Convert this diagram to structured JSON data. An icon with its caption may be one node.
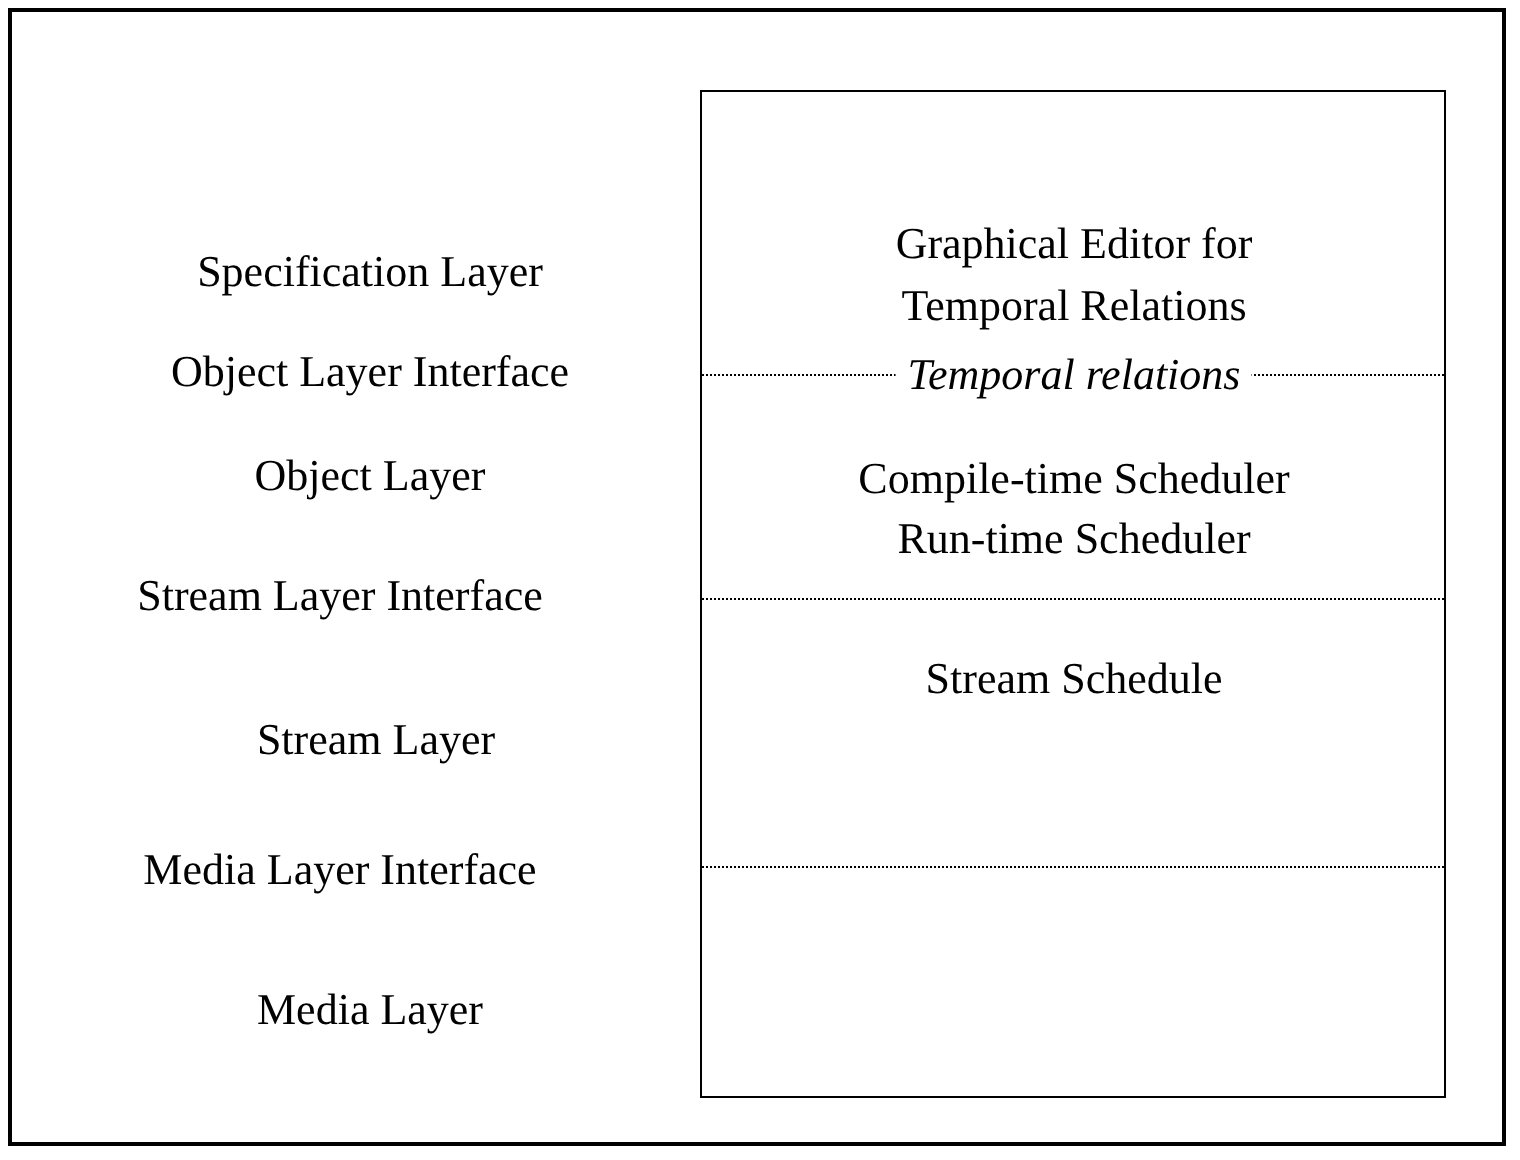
{
  "diagram": {
    "nodes": [
      {
        "text": [
          "Graphical Editor for Temporal Relations",
          "Temporal relations",
          "Compile-time Scheduler",
          "Run-time Scheduler",
          "Stream Schedule"
        ]
      }
    ],
    "labels": [
      "Specification Layer",
      "Object Layer Interface",
      "Object Layer",
      "Stream Layer Interface",
      "Stream Layer",
      "Media Layer Interface",
      "Media Layer"
    ]
  }
}
